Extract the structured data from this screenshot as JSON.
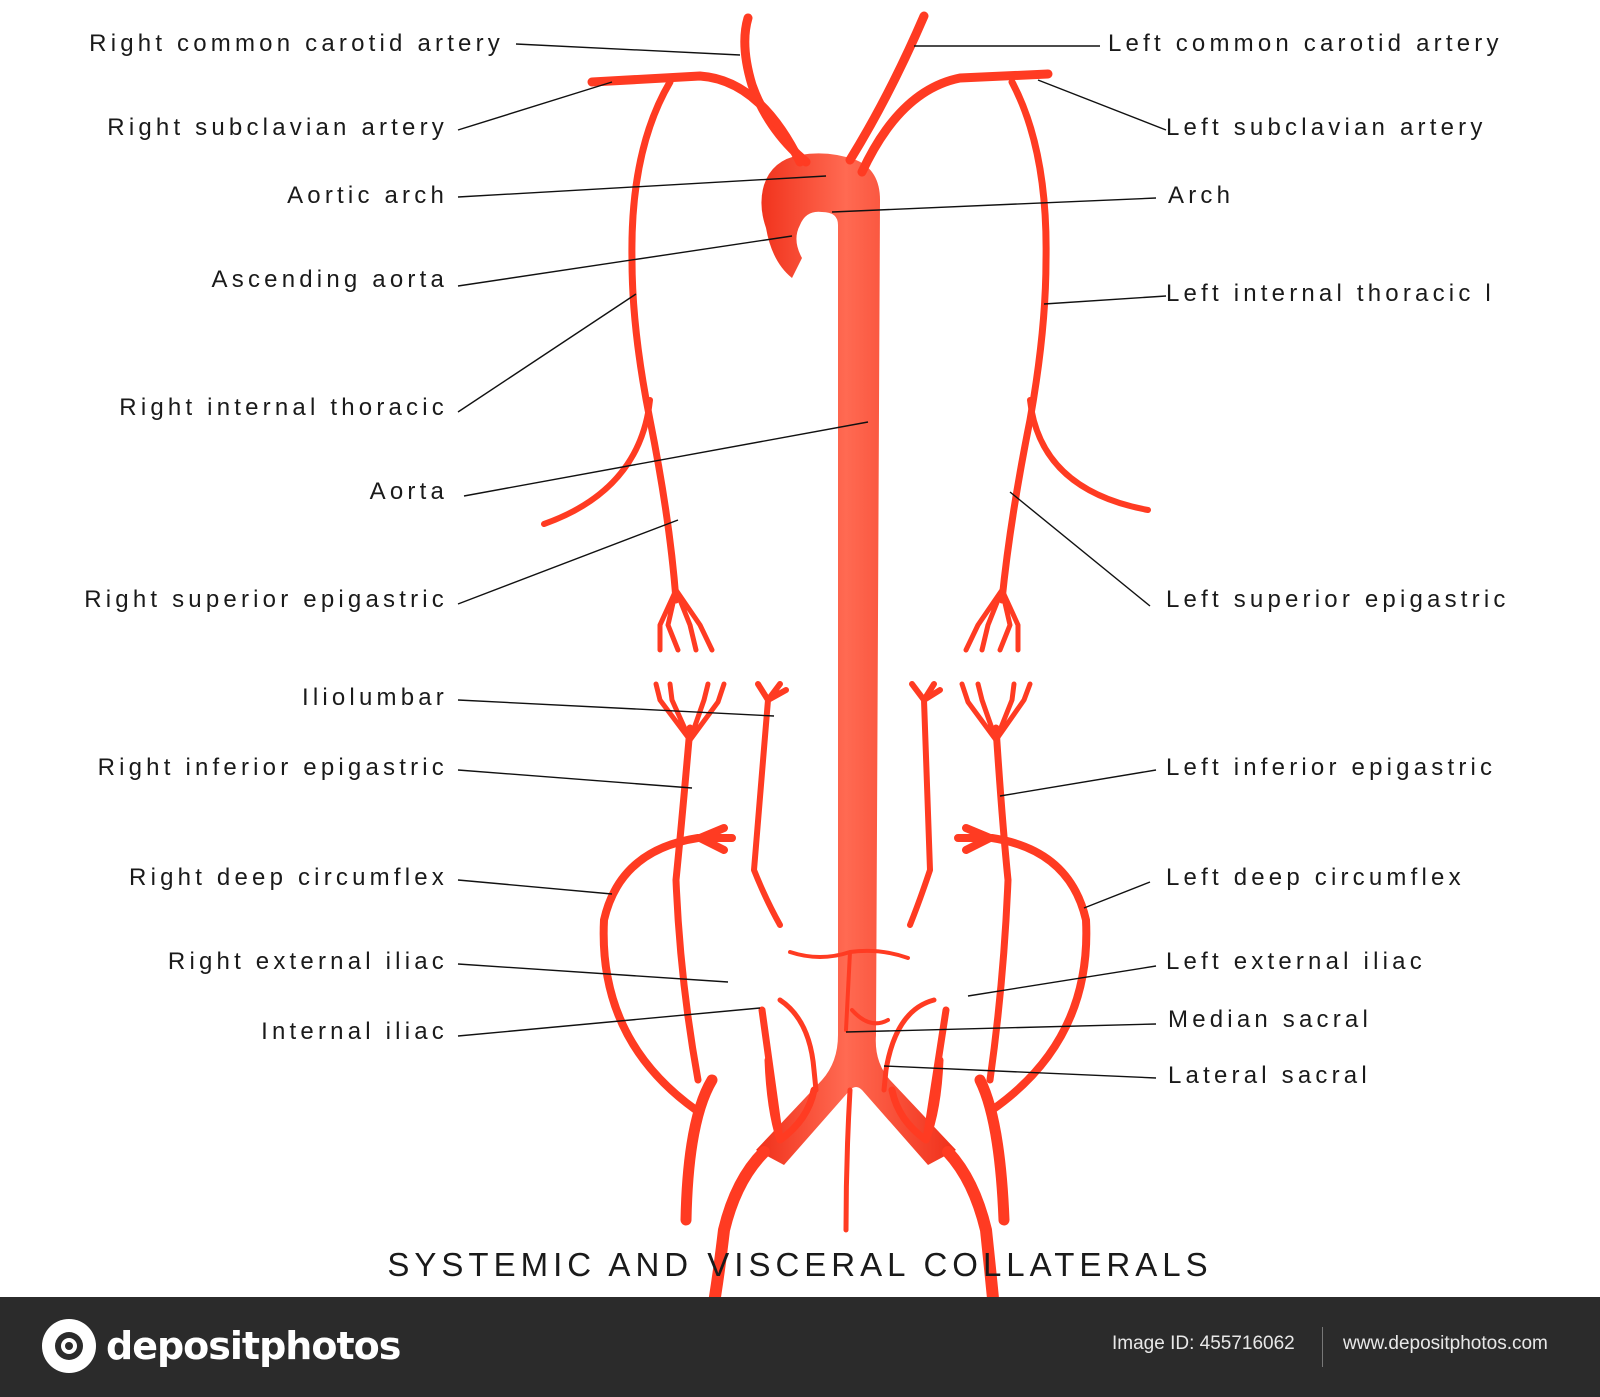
{
  "diagram": {
    "title": "SYSTEMIC AND VISCERAL COLLATERALS",
    "artery_color": "#ff3b22",
    "labels": {
      "right_common_carotid": "Right common carotid artery",
      "left_common_carotid": "Left common carotid artery",
      "right_subclavian": "Right subclavian artery",
      "left_subclavian": "Left subclavian artery",
      "aortic_arch": "Aortic arch",
      "arch": "Arch",
      "ascending_aorta": "Ascending aorta",
      "left_internal_thoracic": "Left internal thoracic l",
      "right_internal_thoracic": "Right internal thoracic",
      "aorta": "Aorta",
      "right_superior_epigastric": "Right superior epigastric",
      "left_superior_epigastric": "Left superior epigastric",
      "iliolumbar": "Iliolumbar",
      "right_inferior_epigastric": "Right inferior epigastric",
      "left_inferior_epigastric": "Left inferior epigastric",
      "right_deep_circumflex": "Right deep circumflex",
      "left_deep_circumflex": "Left deep circumflex",
      "right_external_iliac": "Right external iliac",
      "left_external_iliac": "Left external iliac",
      "internal_iliac": "Internal iliac",
      "median_sacral": "Median sacral",
      "lateral_sacral": "Lateral sacral"
    }
  },
  "footer": {
    "brand": "depositphotos",
    "image_id": "Image ID: 455716062",
    "url": "www.depositphotos.com"
  }
}
